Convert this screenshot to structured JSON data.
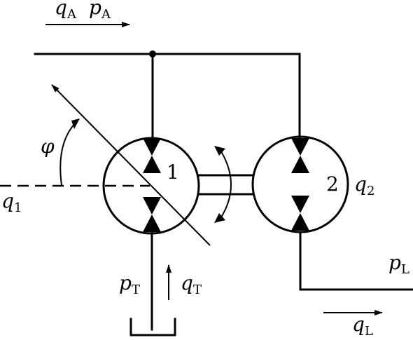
{
  "labels": {
    "qA": {
      "sym": "q",
      "sub": "A"
    },
    "pA": {
      "sym": "p",
      "sub": "A"
    },
    "phi": {
      "sym": "φ"
    },
    "q1": {
      "sym": "q",
      "sub": "1"
    },
    "unit1": {
      "text": "1"
    },
    "unit2": {
      "text": "2"
    },
    "q2": {
      "sym": "q",
      "sub": "2"
    },
    "pT": {
      "sym": "p",
      "sub": "T"
    },
    "qT": {
      "sym": "q",
      "sub": "T"
    },
    "pL": {
      "sym": "p",
      "sub": "L"
    },
    "qL": {
      "sym": "q",
      "sub": "L"
    }
  }
}
